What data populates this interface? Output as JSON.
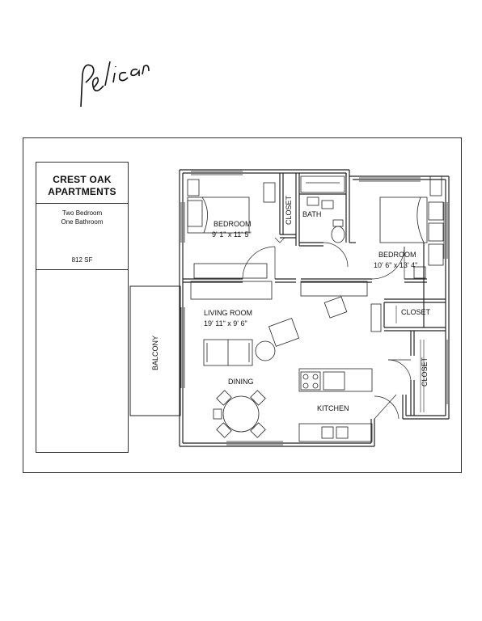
{
  "handwritten_note": "Pelican",
  "title_block": {
    "name_line1": "CREST OAK",
    "name_line2": "APARTMENTS",
    "type_line1": "Two Bedroom",
    "type_line2": "One Bathroom",
    "area": "812 SF"
  },
  "rooms": {
    "bedroom1": {
      "name": "BEDROOM",
      "size": "9' 1\" x 11' 5\""
    },
    "bedroom2": {
      "name": "BEDROOM",
      "size": "10' 6\" x 13' 4\""
    },
    "closet_left": "CLOSET",
    "bath": "BATH",
    "closet_right_top": "CLOSET",
    "closet_right_bottom": "CLOSET",
    "living_room": {
      "name": "LIVING ROOM",
      "size": "19' 11\" x 9' 6\""
    },
    "dining": "DINING",
    "kitchen": "KITCHEN",
    "balcony": "BALCONY"
  }
}
